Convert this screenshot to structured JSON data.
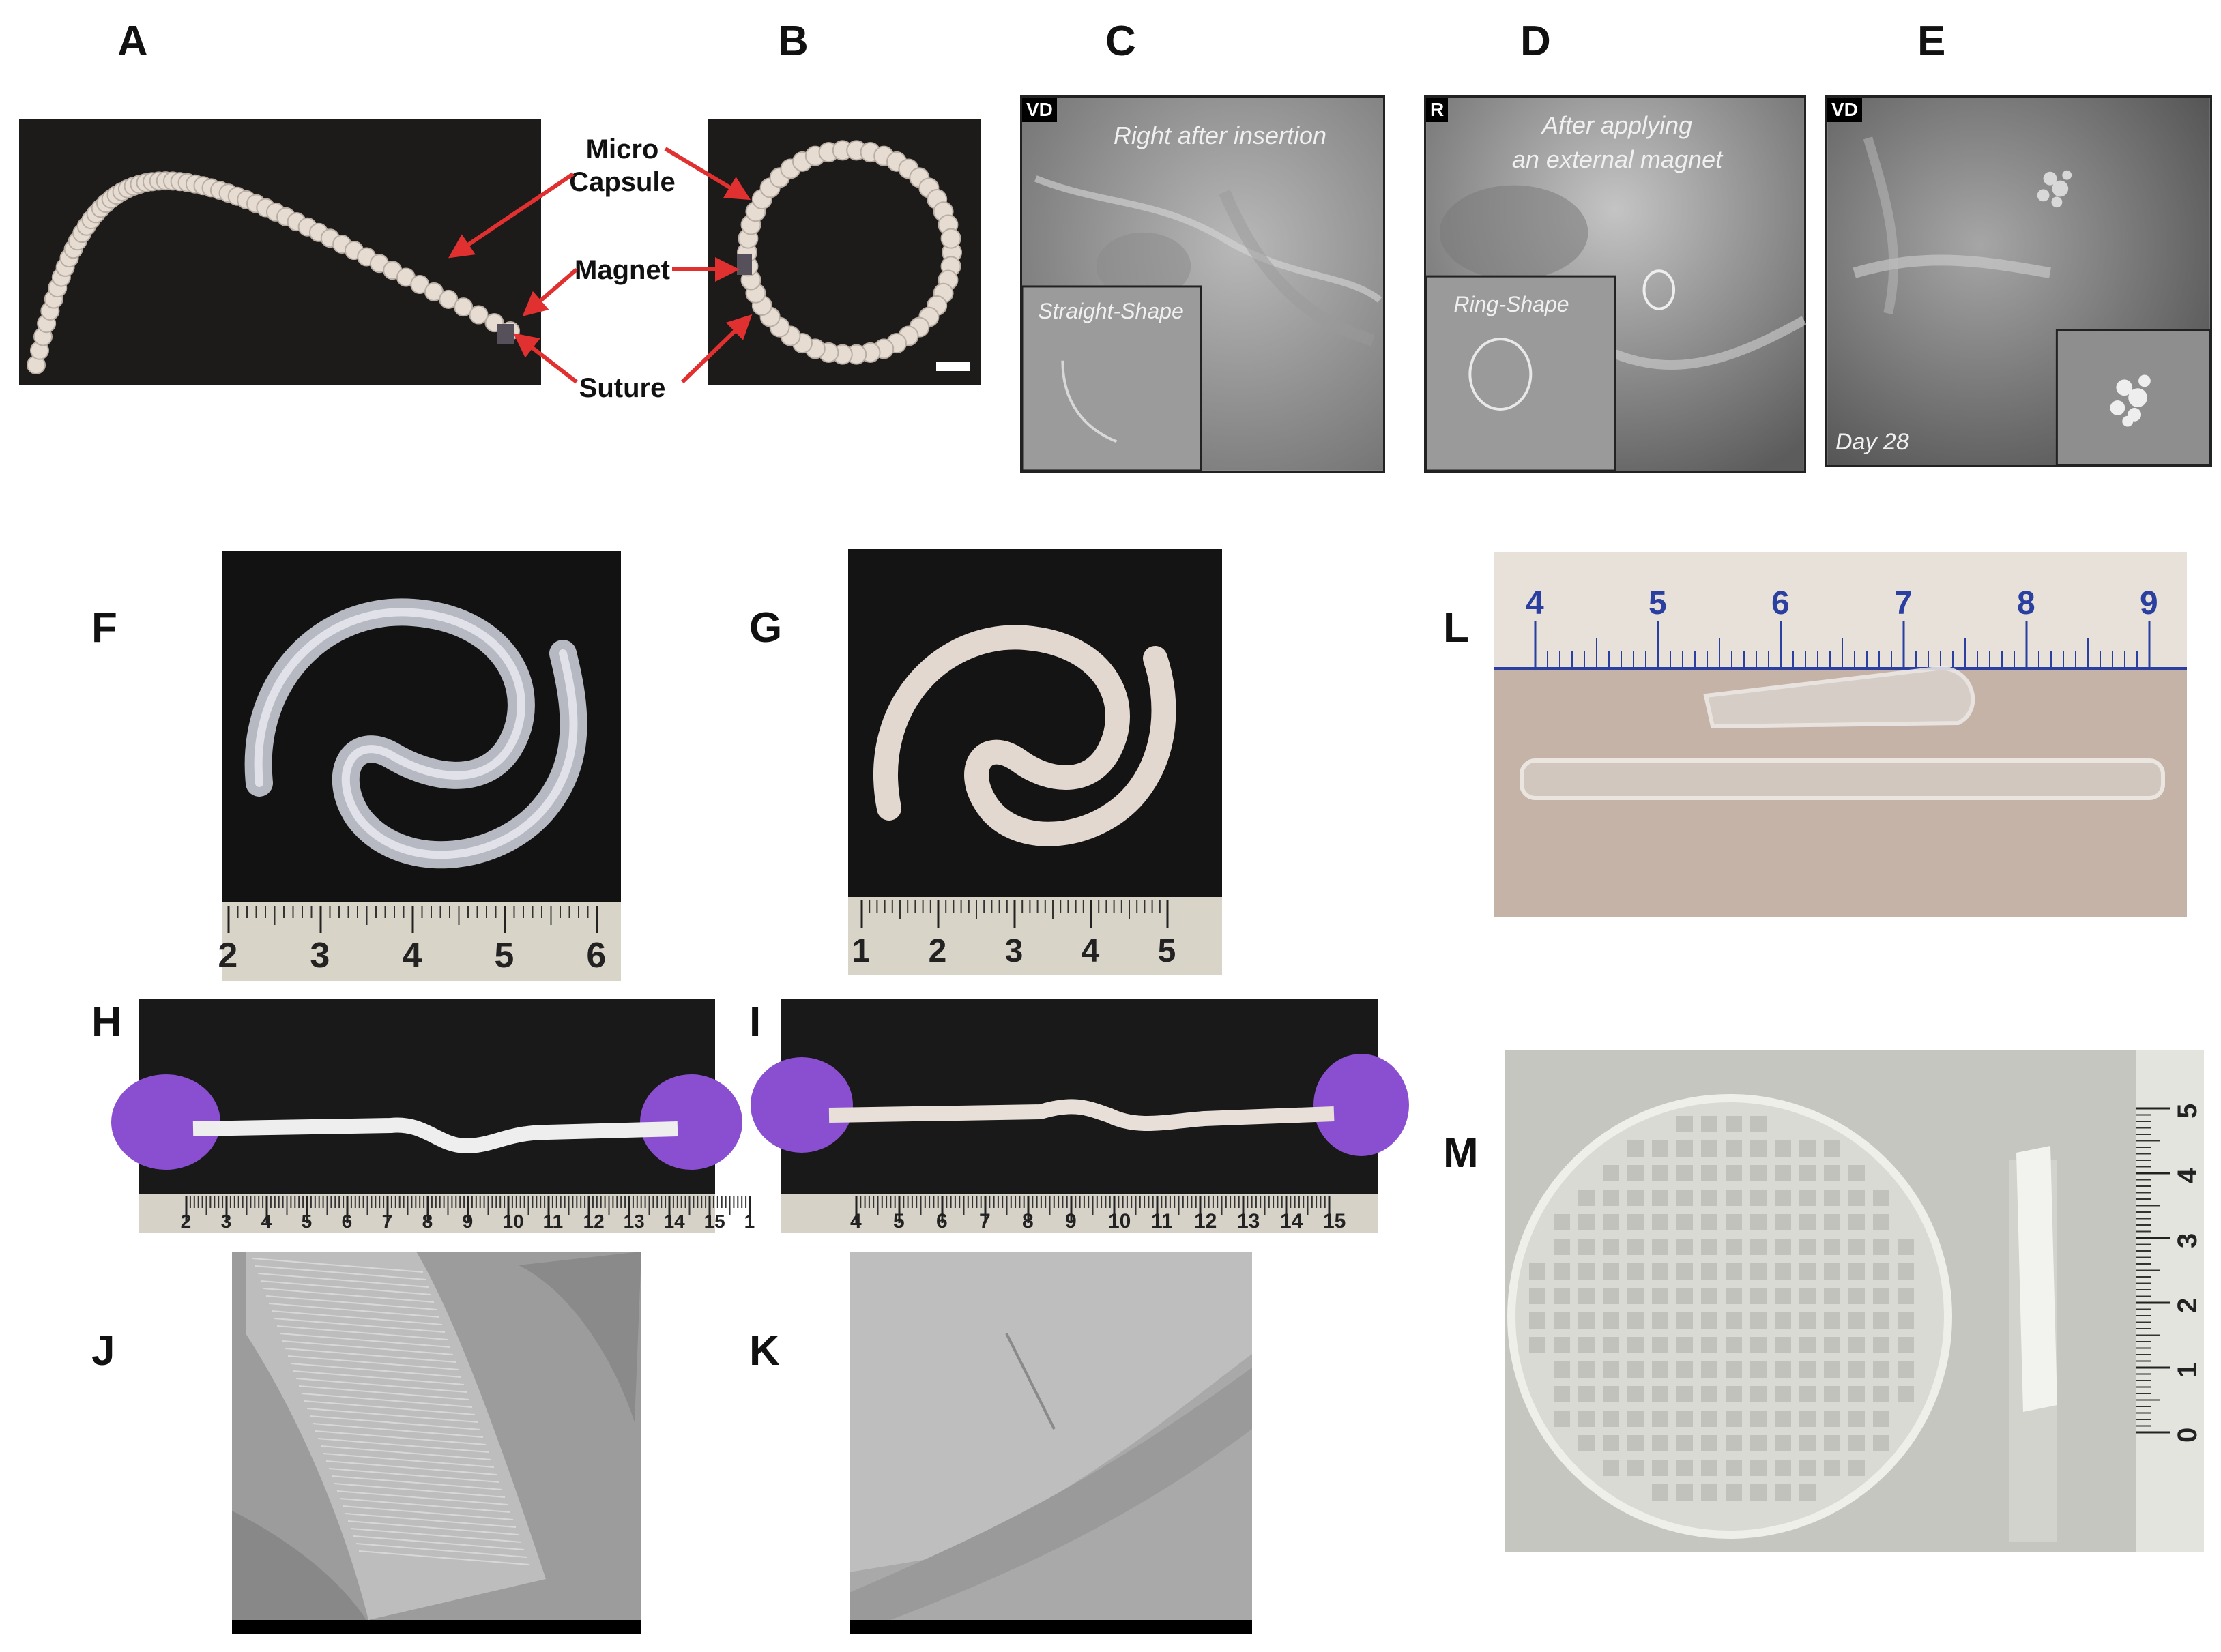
{
  "panel_labels": {
    "A": "A",
    "B": "B",
    "C": "C",
    "D": "D",
    "E": "E",
    "F": "F",
    "G": "G",
    "H": "H",
    "I": "I",
    "J": "J",
    "K": "K",
    "L": "L",
    "M": "M"
  },
  "annotations": {
    "micro_capsule_line1": "Micro",
    "micro_capsule_line2": "Capsule",
    "magnet": "Magnet",
    "suture": "Suture"
  },
  "xray": {
    "c_tag": "VD",
    "c_caption": "Right after insertion",
    "c_inset": "Straight-Shape",
    "d_tag": "R",
    "d_caption_line1": "After applying",
    "d_caption_line2": "an external magnet",
    "d_inset": "Ring-Shape",
    "e_tag": "VD",
    "e_caption": "Day 28"
  },
  "rulers": {
    "F": [
      "2",
      "3",
      "4",
      "5",
      "6"
    ],
    "G": [
      "1",
      "2",
      "3",
      "4",
      "5"
    ],
    "H": [
      "2",
      "3",
      "4",
      "5",
      "6",
      "7",
      "8",
      "9",
      "10",
      "11",
      "12",
      "13",
      "14",
      "15",
      "1"
    ],
    "I": [
      "4",
      "5",
      "6",
      "7",
      "8",
      "9",
      "10",
      "11",
      "12",
      "13",
      "14",
      "15"
    ],
    "L": [
      "4",
      "5",
      "6",
      "7",
      "8",
      "9"
    ],
    "M": [
      "0",
      "1",
      "2",
      "3",
      "4",
      "5"
    ]
  },
  "colors": {
    "arrow": "#e03030",
    "glove": "#8a4fd0",
    "dark_bg": "#1c1c1c"
  }
}
